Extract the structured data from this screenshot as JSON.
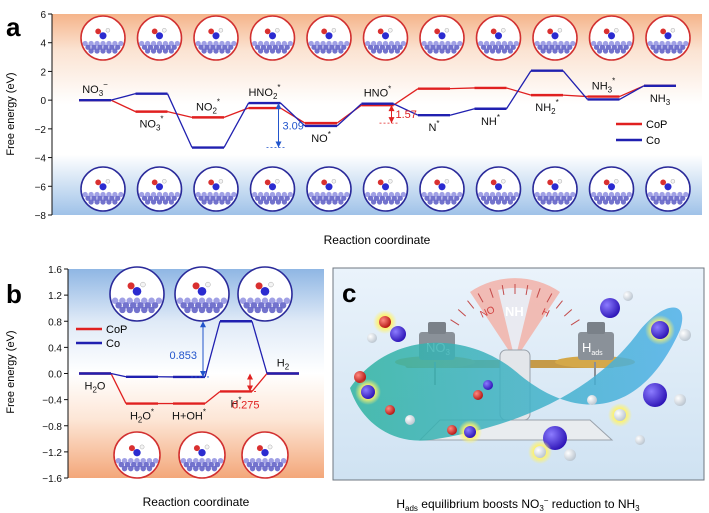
{
  "chart_data": [
    {
      "panel": "a",
      "type": "line",
      "ylabel": "Free energy (eV)",
      "xlabel": "Reaction coordinate",
      "ylim": [
        -8,
        6
      ],
      "yticks": [
        6,
        4,
        2,
        0,
        -2,
        -4,
        -6,
        -8
      ],
      "legend": {
        "placement": "right",
        "entries": [
          "CoP",
          "Co"
        ]
      },
      "steps": [
        "NO3-",
        "NO3*",
        "NO2*",
        "HNO2*",
        "NO*",
        "HNO*",
        "N*",
        "NH*",
        "NH2*",
        "NH3*",
        "NH3"
      ],
      "step_labels": [
        {
          "text": "NO",
          "sup": "−",
          "sub": "3",
          "step": 0,
          "pos": "above"
        },
        {
          "text": "NO",
          "sup": "*",
          "sub": "3",
          "step": 1,
          "pos": "below"
        },
        {
          "text": "NO",
          "sup": "*",
          "sub": "2",
          "step": 2,
          "pos": "above"
        },
        {
          "text": "HNO",
          "sup": "*",
          "sub": "2",
          "step": 3,
          "pos": "above"
        },
        {
          "text": "NO",
          "sup": "*",
          "sub": "",
          "step": 4,
          "pos": "below"
        },
        {
          "text": "HNO",
          "sup": "*",
          "sub": "",
          "step": 5,
          "pos": "above"
        },
        {
          "text": "N",
          "sup": "*",
          "sub": "",
          "step": 6,
          "pos": "below"
        },
        {
          "text": "NH",
          "sup": "*",
          "sub": "",
          "step": 7,
          "pos": "below"
        },
        {
          "text": "NH",
          "sup": "*",
          "sub": "2",
          "step": 8,
          "pos": "below"
        },
        {
          "text": "NH",
          "sup": "*",
          "sub": "3",
          "step": 9,
          "pos": "above"
        },
        {
          "text": "NH",
          "sup": "",
          "sub": "3",
          "step": 10,
          "pos": "below"
        }
      ],
      "series": [
        {
          "name": "CoP",
          "color": "#e02020",
          "values": [
            0.0,
            -0.8,
            -1.2,
            -0.55,
            -1.6,
            -0.35,
            0.8,
            0.85,
            0.35,
            0.25,
            1.0
          ]
        },
        {
          "name": "Co",
          "color": "#2020b0",
          "values": [
            0.0,
            0.45,
            -3.3,
            -0.2,
            -1.8,
            -0.25,
            -1.05,
            -0.6,
            2.05,
            0.05,
            1.0
          ]
        }
      ],
      "annotations": [
        {
          "text": "3.09",
          "color": "#2255cc",
          "step": 3,
          "from": -3.3,
          "to": -0.2
        },
        {
          "text": "1.57",
          "color": "#e02020",
          "step": 5,
          "from": -1.6,
          "to": -0.35
        }
      ]
    },
    {
      "panel": "b",
      "type": "line",
      "ylabel": "Free energy (eV)",
      "xlabel": "Reaction coordinate",
      "ylim": [
        -1.6,
        1.6
      ],
      "yticks": [
        1.6,
        1.2,
        0.8,
        0.4,
        0.0,
        -0.4,
        -0.8,
        -1.2,
        -1.6
      ],
      "legend": {
        "placement": "top-left",
        "entries": [
          "CoP",
          "Co"
        ]
      },
      "steps": [
        "H2O",
        "H2O*",
        "H*+OH*",
        "H*",
        "H2"
      ],
      "step_labels": [
        {
          "text": "H",
          "sub": "2",
          "tail": "O",
          "sup": "",
          "step": 0,
          "pos": "below"
        },
        {
          "text": "H",
          "sub": "2",
          "tail": "O",
          "sup": "*",
          "step": 1,
          "pos": "below"
        },
        {
          "text": "H",
          "sub": "",
          "tail": "+OH",
          "sup": "*",
          "step": 2,
          "pos": "below"
        },
        {
          "text": "H",
          "sub": "",
          "tail": "",
          "sup": "*",
          "step": 3,
          "pos": "below"
        },
        {
          "text": "H",
          "sub": "2",
          "tail": "",
          "sup": "",
          "step": 4,
          "pos": "above"
        }
      ],
      "series": [
        {
          "name": "CoP",
          "color": "#e02020",
          "values": [
            0.0,
            -0.46,
            -0.46,
            -0.275,
            0.0
          ]
        },
        {
          "name": "Co",
          "color": "#2020b0",
          "values": [
            0.0,
            -0.05,
            -0.053,
            0.8,
            0.0
          ]
        }
      ],
      "annotations": [
        {
          "text": "0.853",
          "color": "#2255cc",
          "step": 2,
          "from": -0.053,
          "to": 0.8
        },
        {
          "text": "0.275",
          "color": "#e02020",
          "step": 3,
          "from": -0.275,
          "to": 0.0
        }
      ]
    }
  ],
  "panels": {
    "a": {
      "letter": "a"
    },
    "b": {
      "letter": "b"
    },
    "c": {
      "letter": "c",
      "dial_labels": [
        "NO",
        "NH",
        "H"
      ],
      "left_weight": {
        "text": "NO",
        "sub": "3"
      },
      "right_weight": {
        "text": "H",
        "sub": "ads"
      },
      "caption": {
        "a": "H",
        "a_sub": "ads",
        "b": " equilibrium boosts NO",
        "b_sub": "3",
        "b_sup": "−",
        "c": " reduction to NH",
        "c_sub": "3"
      }
    }
  },
  "colors": {
    "cop": "#e02020",
    "co": "#2020b0",
    "arrow_blue": "#2255cc",
    "frame_red": "#d23030",
    "frame_blue": "#2a2a9a"
  }
}
